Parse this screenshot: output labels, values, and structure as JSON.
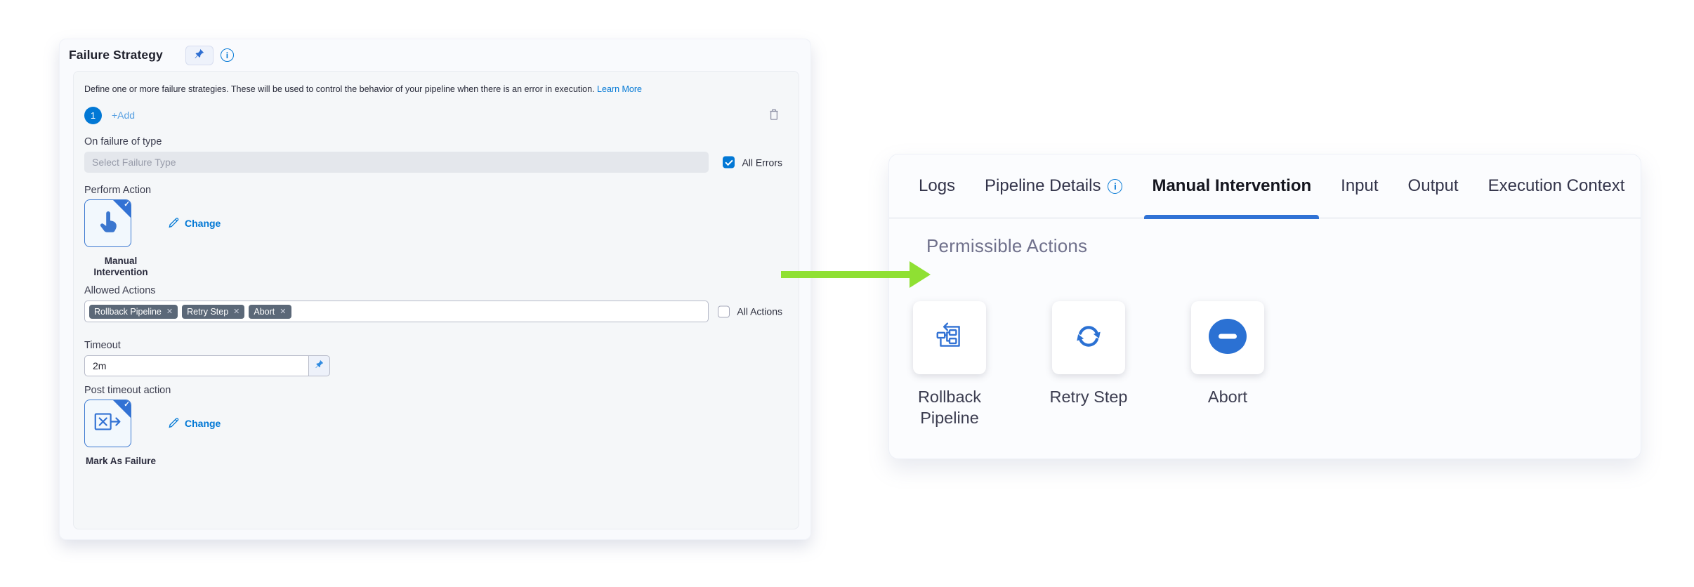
{
  "left_panel": {
    "title": "Failure Strategy",
    "description": "Define one or more failure strategies. These will be used to control the behavior of your pipeline when there is an error in execution.",
    "learn_more_label": "Learn More",
    "strategy_index": "1",
    "add_label": "+Add",
    "fields": {
      "on_failure_label": "On failure of type",
      "failure_type_placeholder": "Select Failure Type",
      "all_errors_label": "All Errors",
      "all_errors_checked": true,
      "perform_action_label": "Perform Action",
      "perform_action_value": "Manual Intervention",
      "change_label": "Change",
      "allowed_actions_label": "Allowed Actions",
      "allowed_actions_tags": [
        "Rollback Pipeline",
        "Retry Step",
        "Abort"
      ],
      "all_actions_label": "All Actions",
      "all_actions_checked": false,
      "timeout_label": "Timeout",
      "timeout_value": "2m",
      "post_timeout_label": "Post timeout action",
      "post_timeout_value": "Mark As Failure"
    }
  },
  "right_panel": {
    "tabs": [
      {
        "label": "Logs",
        "active": false
      },
      {
        "label": "Pipeline Details",
        "active": false,
        "has_info_icon": true
      },
      {
        "label": "Manual Intervention",
        "active": true
      },
      {
        "label": "Input",
        "active": false
      },
      {
        "label": "Output",
        "active": false
      },
      {
        "label": "Execution Context",
        "active": false
      }
    ],
    "section_title": "Permissible Actions",
    "actions": [
      {
        "label": "Rollback Pipeline",
        "icon": "pipeline-rollback-icon"
      },
      {
        "label": "Retry Step",
        "icon": "refresh-arrows-icon"
      },
      {
        "label": "Abort",
        "icon": "minus-circle-icon"
      }
    ]
  },
  "icons": {
    "pin": "pushpin-icon",
    "info": "info-circle-icon",
    "delete": "trash-icon",
    "edit": "pencil-icon",
    "perform_action": "hand-pointer-icon",
    "post_timeout_action": "x-square-arrow-icon",
    "selected_mark": "✓",
    "tag_remove_glyph": "✕"
  },
  "colors": {
    "accent": "#0278d5",
    "iconblue": "#3272d4",
    "underline": "#3072d5",
    "green": "#8fe033",
    "tagbg": "#5b6878"
  }
}
